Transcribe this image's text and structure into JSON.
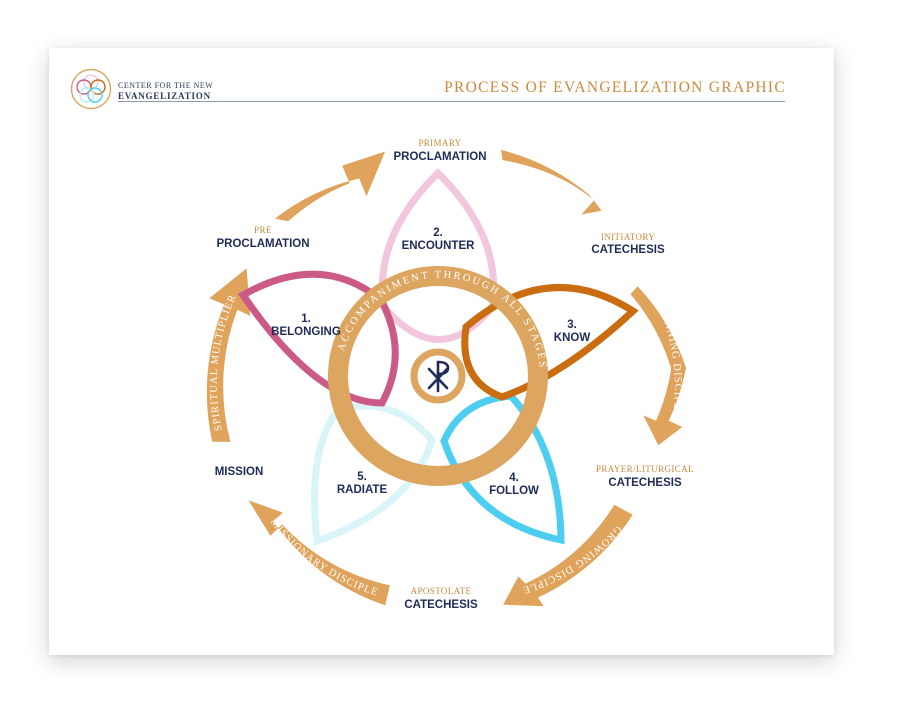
{
  "header": {
    "org_line1": "CENTER FOR THE NEW",
    "org_line2": "EVANGELIZATION",
    "title": "PROCESS OF EVANGELIZATION GRAPHIC"
  },
  "stages": [
    {
      "small": "PRIMARY",
      "big": "PROCLAMATION"
    },
    {
      "small": "INITIATORY",
      "big": "CATECHESIS"
    },
    {
      "small": "PRAYER/LITURGICAL",
      "big": "CATECHESIS"
    },
    {
      "small": "APOSTOLATE",
      "big": "CATECHESIS"
    },
    {
      "small": "",
      "big": "MISSION"
    },
    {
      "small": "PRE",
      "big": "PROCLAMATION"
    }
  ],
  "petals": [
    {
      "num": "1.",
      "label": "BELONGING",
      "color": "#cc5a87"
    },
    {
      "num": "2.",
      "label": "ENCOUNTER",
      "color": "#f2c6dc"
    },
    {
      "num": "3.",
      "label": "KNOW",
      "color": "#c96d10"
    },
    {
      "num": "4.",
      "label": "FOLLOW",
      "color": "#4dcdf0"
    },
    {
      "num": "5.",
      "label": "RADIATE",
      "color": "#d9f5f7"
    }
  ],
  "arrows": {
    "beginning": "BEGINNING DISCIPLE",
    "growing": "GROWING DISCIPLE",
    "missionary": "MISSIONARY DISCIPLE",
    "spiritual": "SPIRITUAL MULTIPLIER"
  },
  "ring": {
    "text": "ACCOMPANIMENT THROUGH ALL STAGES",
    "symbol": "chi-rho"
  },
  "colors": {
    "ring": "#dca560",
    "arrow": "#dfa35c",
    "navy": "#1f2c57",
    "gold_text": "#c98a3c"
  }
}
